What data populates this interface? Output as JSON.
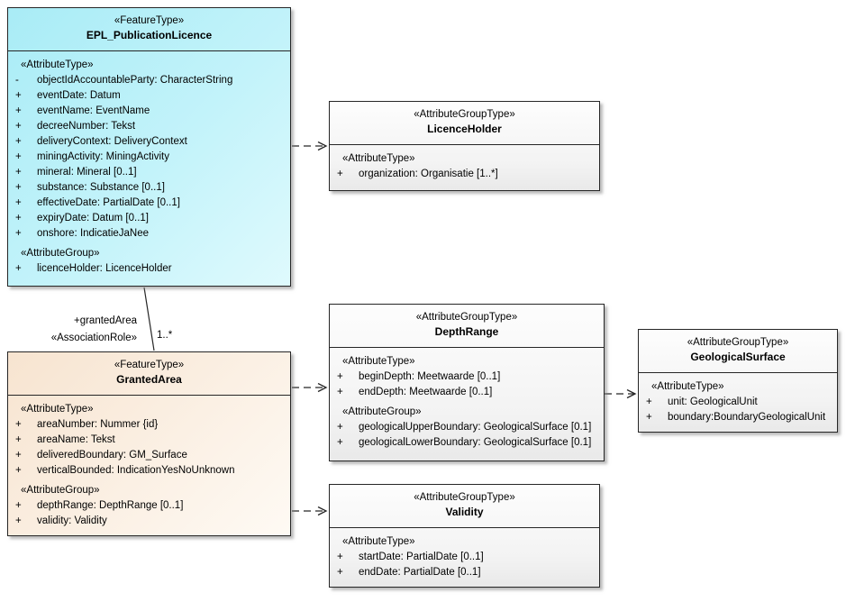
{
  "nodes": {
    "epl": {
      "stereotype": "«FeatureType»",
      "name": "EPL_PublicationLicence",
      "sections": [
        {
          "label": "«AttributeType»",
          "items": [
            {
              "vis": "-",
              "text": "objectIdAccountableParty: CharacterString"
            },
            {
              "vis": "+",
              "text": "eventDate: Datum"
            },
            {
              "vis": "+",
              "text": "eventName: EventName"
            },
            {
              "vis": "+",
              "text": "decreeNumber: Tekst"
            },
            {
              "vis": "+",
              "text": "deliveryContext: DeliveryContext"
            },
            {
              "vis": "+",
              "text": "miningActivity: MiningActivity"
            },
            {
              "vis": "+",
              "text": "mineral: Mineral [0..1]"
            },
            {
              "vis": "+",
              "text": "substance: Substance [0..1]"
            },
            {
              "vis": "+",
              "text": "effectiveDate: PartialDate [0..1]"
            },
            {
              "vis": "+",
              "text": "expiryDate: Datum [0..1]"
            },
            {
              "vis": "+",
              "text": "onshore: IndicatieJaNee"
            }
          ]
        },
        {
          "label": "«AttributeGroup»",
          "items": [
            {
              "vis": "+",
              "text": "licenceHolder: LicenceHolder"
            }
          ]
        }
      ]
    },
    "licenceHolder": {
      "stereotype": "«AttributeGroupType»",
      "name": "LicenceHolder",
      "sections": [
        {
          "label": "«AttributeType»",
          "items": [
            {
              "vis": "+",
              "text": "organization: Organisatie [1..*]"
            }
          ]
        }
      ]
    },
    "grantedArea": {
      "stereotype": "«FeatureType»",
      "name": "GrantedArea",
      "sections": [
        {
          "label": "«AttributeType»",
          "items": [
            {
              "vis": "+",
              "text": "areaNumber: Nummer {id}"
            },
            {
              "vis": "+",
              "text": "areaName: Tekst"
            },
            {
              "vis": "+",
              "text": "deliveredBoundary: GM_Surface"
            },
            {
              "vis": "+",
              "text": "verticalBounded: IndicationYesNoUnknown"
            }
          ]
        },
        {
          "label": "«AttributeGroup»",
          "items": [
            {
              "vis": "+",
              "text": "depthRange: DepthRange [0..1]"
            },
            {
              "vis": "+",
              "text": "validity: Validity"
            }
          ]
        }
      ]
    },
    "depthRange": {
      "stereotype": "«AttributeGroupType»",
      "name": "DepthRange",
      "sections": [
        {
          "label": "«AttributeType»",
          "items": [
            {
              "vis": "+",
              "text": "beginDepth: Meetwaarde [0..1]"
            },
            {
              "vis": "+",
              "text": "endDepth: Meetwaarde [0..1]"
            }
          ]
        },
        {
          "label": "«AttributeGroup»",
          "items": [
            {
              "vis": "+",
              "text": "geologicalUpperBoundary: GeologicalSurface [0.1]"
            },
            {
              "vis": "+",
              "text": "geologicalLowerBoundary: GeologicalSurface [0.1]"
            }
          ]
        }
      ]
    },
    "geologicalSurface": {
      "stereotype": "«AttributeGroupType»",
      "name": "GeologicalSurface",
      "sections": [
        {
          "label": "«AttributeType»",
          "items": [
            {
              "vis": "+",
              "text": "unit: GeologicalUnit"
            },
            {
              "vis": "+",
              "text": "boundary:BoundaryGeologicalUnit"
            }
          ]
        }
      ]
    },
    "validity": {
      "stereotype": "«AttributeGroupType»",
      "name": "Validity",
      "sections": [
        {
          "label": "«AttributeType»",
          "items": [
            {
              "vis": "+",
              "text": "startDate: PartialDate [0..1]"
            },
            {
              "vis": "+",
              "text": "endDate: PartialDate [0..1]"
            }
          ]
        }
      ]
    }
  },
  "edges": {
    "grantedAreaAssociation": {
      "role": "+grantedArea",
      "stereotype": "«AssociationRole»",
      "multiplicity": "1..*"
    }
  }
}
